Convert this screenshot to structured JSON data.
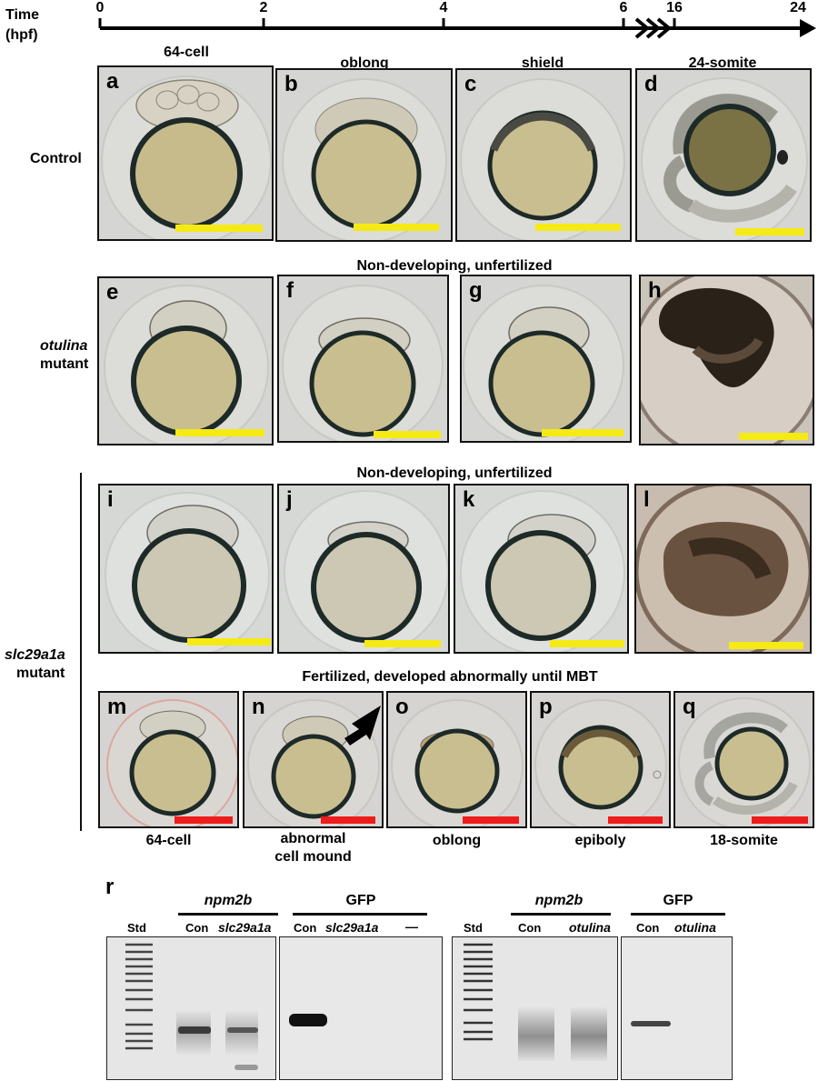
{
  "timeline": {
    "label_line1": "Time",
    "label_line2": "(hpf)",
    "ticks": [
      "0",
      "2",
      "4",
      "6",
      "16",
      "24"
    ]
  },
  "stage_headers": [
    "64-cell",
    "oblong",
    "shield",
    "24-somite"
  ],
  "rows": {
    "control": "Control",
    "otulina_italic": "otulina",
    "otulina_rest": "mutant",
    "slc_italic": "slc29a1a",
    "slc_rest": "mutant"
  },
  "section_titles": {
    "otulina": "Non-developing, unfertilized",
    "slc_unfert": "Non-developing, unfertilized",
    "slc_fert": "Fertilized, developed abnormally until MBT"
  },
  "panels": [
    "a",
    "b",
    "c",
    "d",
    "e",
    "f",
    "g",
    "h",
    "i",
    "j",
    "k",
    "l",
    "m",
    "n",
    "o",
    "p",
    "q"
  ],
  "bottom_labels": {
    "m": "64-cell",
    "n_line1": "abnormal",
    "n_line2": "cell mound",
    "o": "oblong",
    "p": "epiboly",
    "q": "18-somite"
  },
  "gel": {
    "panel_letter": "r",
    "std": "Std",
    "npm2b": "npm2b",
    "gfp": "GFP",
    "con": "Con",
    "slc29a1a": "slc29a1a",
    "dash": "—",
    "otulina": "otulina"
  },
  "colors": {
    "yellow_scalebar": "#f5ea14",
    "red_scalebar": "#ee1c1c"
  }
}
